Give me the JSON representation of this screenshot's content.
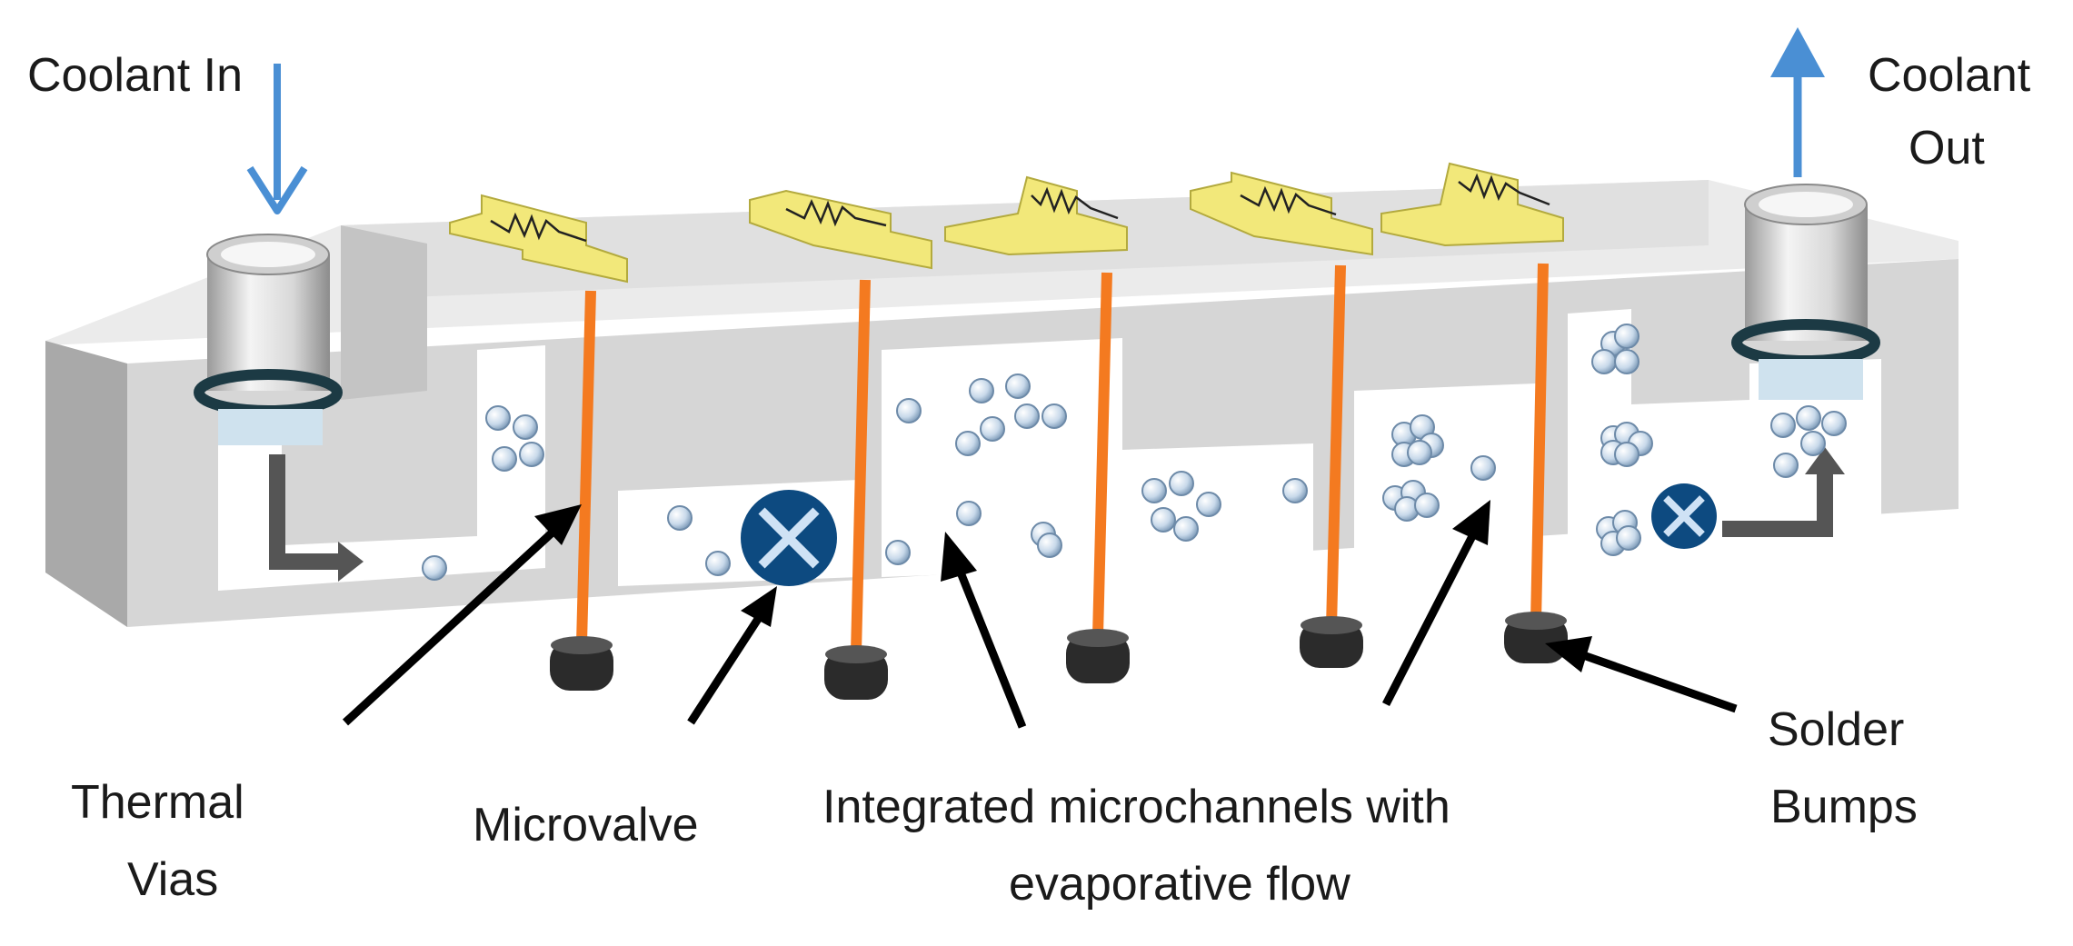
{
  "labels": {
    "coolant_in": "Coolant In",
    "coolant_out_line1": "Coolant",
    "coolant_out_line2": "Out",
    "thermal_vias_line1": "Thermal",
    "thermal_vias_line2": "Vias",
    "microvalve": "Microvalve",
    "microchannels_line1": "Integrated microchannels with",
    "microchannels_line2": "evaporative flow",
    "solder_bumps_line1": "Solder",
    "solder_bumps_line2": "Bumps"
  },
  "colors": {
    "block_top": "#e6e6e6",
    "block_front": "#d4d4d4",
    "block_side": "#a8a8a8",
    "channel": "#ffffff",
    "heater_pad": "#f2e87a",
    "via": "#f47a20",
    "solder_bump": "#2b2b2b",
    "valve": "#0d4a80",
    "coolant_arrow": "#4a8fd4",
    "flow_arrow": "#555555",
    "bubble": "#c8d9ea",
    "pointer_arrow": "#000000"
  },
  "icons": {
    "valve": "microvalve-x-icon",
    "heater": "resistor-heater-icon",
    "bubble": "vapor-bubble-icon"
  }
}
